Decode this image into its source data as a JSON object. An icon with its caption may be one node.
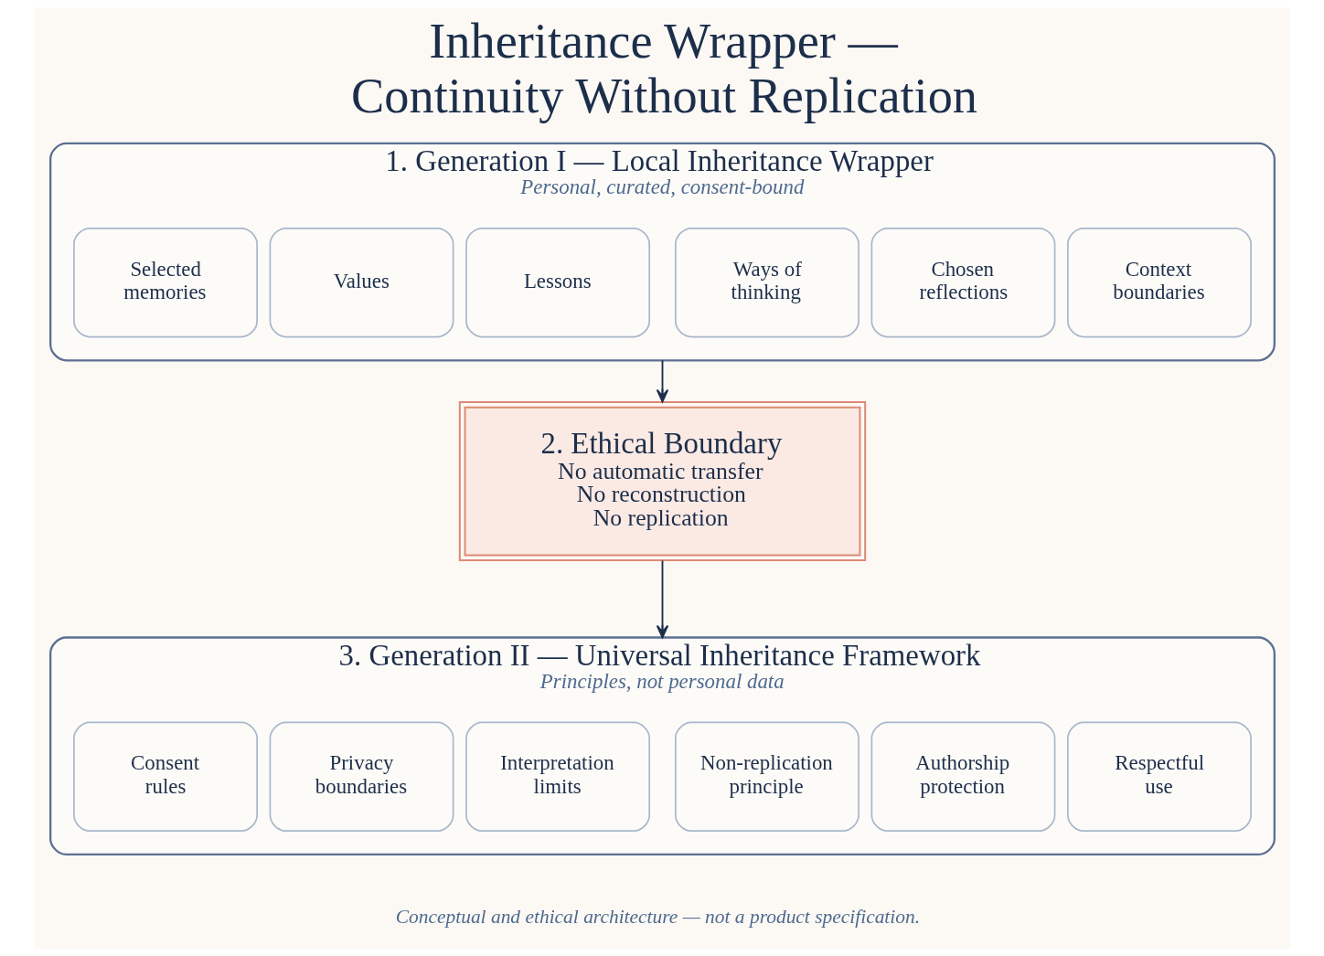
{
  "diagram": {
    "title": "Inheritance Wrapper — Continuity Without Replication",
    "caption": "Conceptual and ethical architecture — not a product specification.",
    "nodes": [
      {
        "text": [
          "1. Generation I — Local Inheritance Wrapper",
          "Personal, curated, consent-bound"
        ]
      },
      {
        "text": [
          "Selected memories"
        ],
        "in": 0
      },
      {
        "text": [
          "Values"
        ],
        "in": 0
      },
      {
        "text": [
          "Lessons"
        ],
        "in": 0
      },
      {
        "text": [
          "Ways of thinking"
        ],
        "in": 0
      },
      {
        "text": [
          "Chosen reflections"
        ],
        "in": 0
      },
      {
        "text": [
          "Context boundaries"
        ],
        "in": 0
      },
      {
        "text": [
          "2. Ethical Boundary",
          "No automatic transfer",
          "No reconstruction",
          "No replication"
        ]
      },
      {
        "text": [
          "3. Generation II — Universal Inheritance Framework",
          "Principles, not personal data"
        ]
      },
      {
        "text": [
          "Consent rules"
        ],
        "in": 8
      },
      {
        "text": [
          "Privacy boundaries"
        ],
        "in": 8
      },
      {
        "text": [
          "Interpretation limits"
        ],
        "in": 8
      },
      {
        "text": [
          "Non-replication principle"
        ],
        "in": 8
      },
      {
        "text": [
          "Authorship protection"
        ],
        "in": 8
      },
      {
        "text": [
          "Respectful use"
        ],
        "in": 8
      }
    ],
    "edges": [
      {
        "from": 0,
        "to": 7,
        "arrow": "to"
      },
      {
        "from": 7,
        "to": 8,
        "arrow": "to"
      }
    ]
  }
}
